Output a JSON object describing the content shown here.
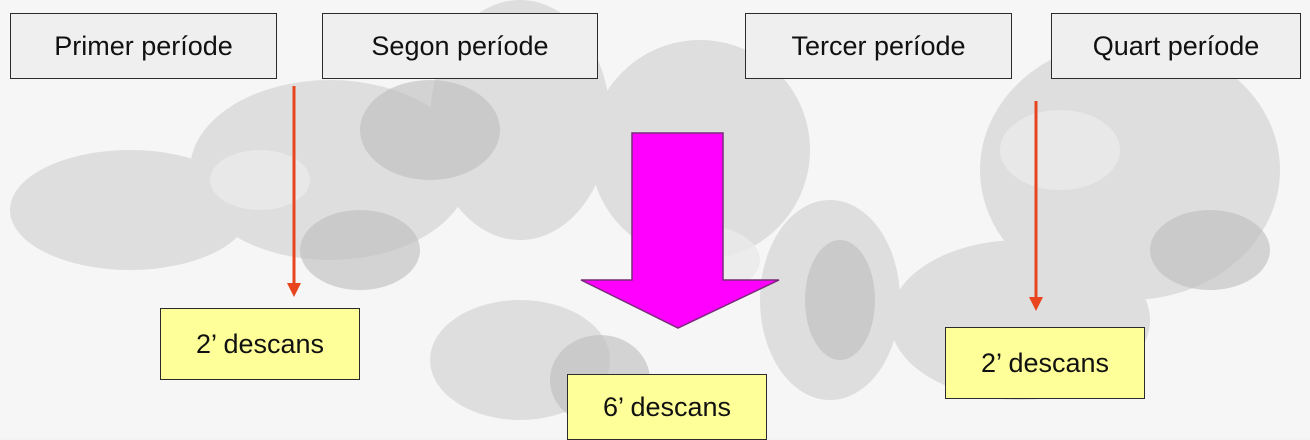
{
  "periods": [
    {
      "label": "Primer període"
    },
    {
      "label": "Segon període"
    },
    {
      "label": "Tercer període"
    },
    {
      "label": "Quart període"
    }
  ],
  "breaks": [
    {
      "label": "2’ descans"
    },
    {
      "label": "6’ descans"
    },
    {
      "label": "2’ descans"
    }
  ],
  "colors": {
    "small_arrow": "#e8451f",
    "big_arrow": "#ff00ff",
    "break_fill": "#ffff99",
    "period_fill": "#efefef"
  }
}
